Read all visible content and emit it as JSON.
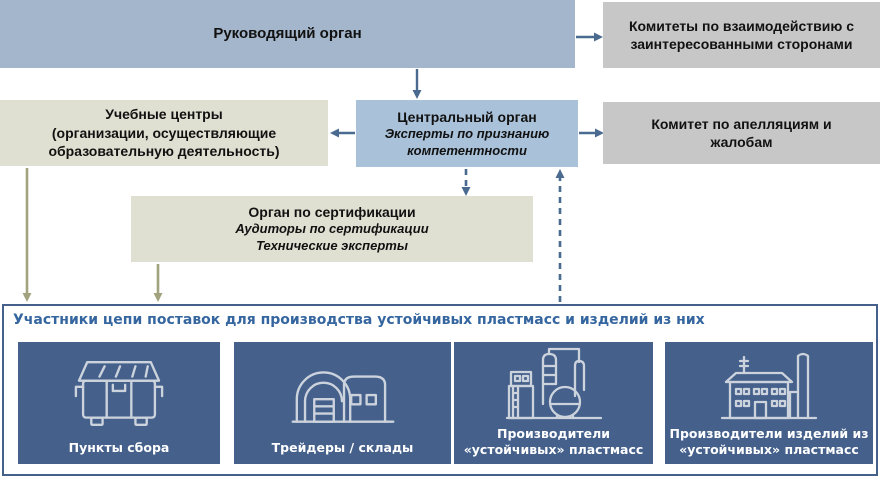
{
  "colors": {
    "box-blue": "#a4b6cb",
    "box-blue-light": "#a9c1d9",
    "box-gray": "#c7c7c7",
    "box-beige": "#e0e0d2",
    "card-blue": "#44608b",
    "steel": "#4a6a8f",
    "olive": "#a2a37e",
    "title-blue": "#35669f",
    "icon-stroke": "#ccd3dd"
  },
  "org": {
    "governing_body": "Руководящий орган",
    "stakeholder_committees": "Комитеты по взаимодействию с заинтересованными сторонами",
    "training_centers": {
      "line1": "Учебные центры",
      "line2": "(организации, осуществляющие",
      "line3": "образовательную деятельность)"
    },
    "central_body": {
      "title": "Центральный орган",
      "subtitle": "Эксперты по признанию компетентности"
    },
    "appeals_committee": "Комитет по апелляциям и жалобам",
    "certification_body": {
      "title": "Орган по сертификации",
      "subtitle1": "Аудиторы по сертификации",
      "subtitle2": "Технические эксперты"
    }
  },
  "supply_chain": {
    "title": "Участники цепи поставок для производства устойчивых пластмасс и изделий из них",
    "cards": [
      {
        "label": "Пункты сбора",
        "icon": "dumpster-icon"
      },
      {
        "label": "Трейдеры / склады",
        "icon": "warehouse-icon"
      },
      {
        "label": "Производители «устойчивых» пластмасс",
        "icon": "chemical-plant-icon"
      },
      {
        "label": "Производители изделий из «устойчивых» пластмасс",
        "icon": "factory-icon"
      }
    ]
  }
}
